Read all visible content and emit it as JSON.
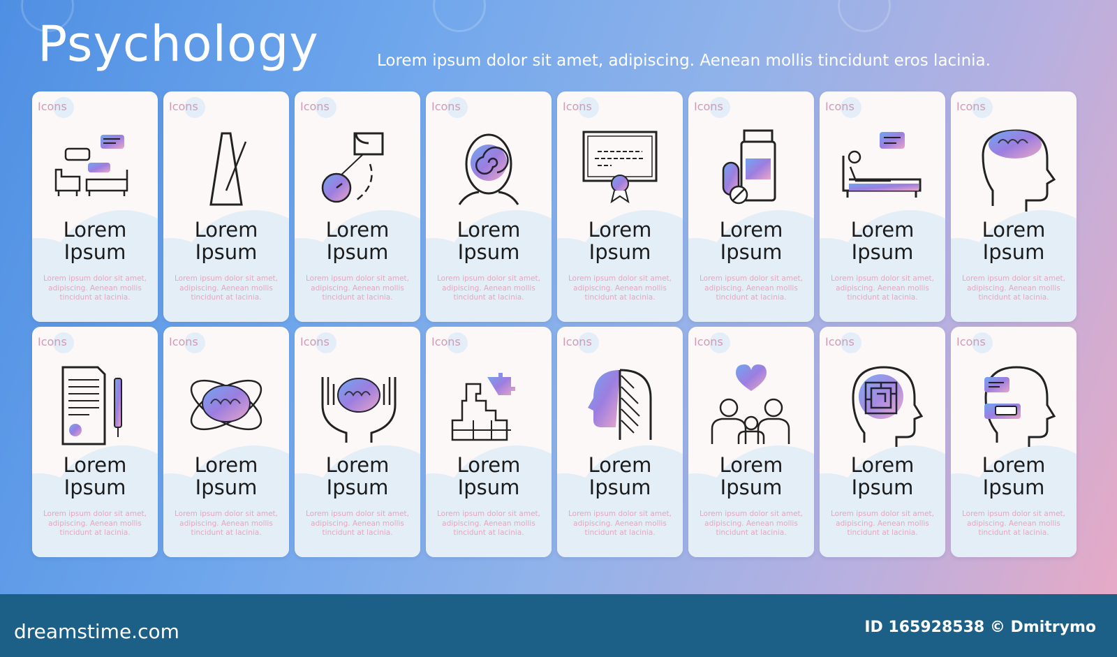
{
  "header": {
    "title": "Psychology",
    "subtitle": "Lorem ipsum dolor sit amet, adipiscing. Aenean mollis tincidunt eros lacinia."
  },
  "cards": [
    {
      "tag": "Icons",
      "name_line1": "Lorem",
      "name_line2": "Ipsum",
      "desc": "Lorem ipsum dolor sit amet, adipiscing. Aenean mollis tincidunt at lacinia.",
      "icon": "therapy-session-icon"
    },
    {
      "tag": "Icons",
      "name_line1": "Lorem",
      "name_line2": "Ipsum",
      "desc": "Lorem ipsum dolor sit amet, adipiscing. Aenean mollis tincidunt at lacinia.",
      "icon": "metronome-icon"
    },
    {
      "tag": "Icons",
      "name_line1": "Lorem",
      "name_line2": "Ipsum",
      "desc": "Lorem ipsum dolor sit amet, adipiscing. Aenean mollis tincidunt at lacinia.",
      "icon": "hypnosis-watch-icon"
    },
    {
      "tag": "Icons",
      "name_line1": "Lorem",
      "name_line2": "Ipsum",
      "desc": "Lorem ipsum dolor sit amet, adipiscing. Aenean mollis tincidunt at lacinia.",
      "icon": "spiral-head-icon"
    },
    {
      "tag": "Icons",
      "name_line1": "Lorem",
      "name_line2": "Ipsum",
      "desc": "Lorem ipsum dolor sit amet, adipiscing. Aenean mollis tincidunt at lacinia.",
      "icon": "certificate-icon"
    },
    {
      "tag": "Icons",
      "name_line1": "Lorem",
      "name_line2": "Ipsum",
      "desc": "Lorem ipsum dolor sit amet, adipiscing. Aenean mollis tincidunt at lacinia.",
      "icon": "pills-icon"
    },
    {
      "tag": "Icons",
      "name_line1": "Lorem",
      "name_line2": "Ipsum",
      "desc": "Lorem ipsum dolor sit amet, adipiscing. Aenean mollis tincidunt at lacinia.",
      "icon": "patient-couch-icon"
    },
    {
      "tag": "Icons",
      "name_line1": "Lorem",
      "name_line2": "Ipsum",
      "desc": "Lorem ipsum dolor sit amet, adipiscing. Aenean mollis tincidunt at lacinia.",
      "icon": "brain-head-icon"
    },
    {
      "tag": "Icons",
      "name_line1": "Lorem",
      "name_line2": "Ipsum",
      "desc": "Lorem ipsum dolor sit amet, adipiscing. Aenean mollis tincidunt at lacinia.",
      "icon": "document-pen-icon"
    },
    {
      "tag": "Icons",
      "name_line1": "Lorem",
      "name_line2": "Ipsum",
      "desc": "Lorem ipsum dolor sit amet, adipiscing. Aenean mollis tincidunt at lacinia.",
      "icon": "brain-atom-icon"
    },
    {
      "tag": "Icons",
      "name_line1": "Lorem",
      "name_line2": "Ipsum",
      "desc": "Lorem ipsum dolor sit amet, adipiscing. Aenean mollis tincidunt at lacinia.",
      "icon": "brain-hands-icon"
    },
    {
      "tag": "Icons",
      "name_line1": "Lorem",
      "name_line2": "Ipsum",
      "desc": "Lorem ipsum dolor sit amet, adipiscing. Aenean mollis tincidunt at lacinia.",
      "icon": "puzzle-icon"
    },
    {
      "tag": "Icons",
      "name_line1": "Lorem",
      "name_line2": "Ipsum",
      "desc": "Lorem ipsum dolor sit amet, adipiscing. Aenean mollis tincidunt at lacinia.",
      "icon": "split-face-icon"
    },
    {
      "tag": "Icons",
      "name_line1": "Lorem",
      "name_line2": "Ipsum",
      "desc": "Lorem ipsum dolor sit amet, adipiscing. Aenean mollis tincidunt at lacinia.",
      "icon": "family-heart-icon"
    },
    {
      "tag": "Icons",
      "name_line1": "Lorem",
      "name_line2": "Ipsum",
      "desc": "Lorem ipsum dolor sit amet, adipiscing. Aenean mollis tincidunt at lacinia.",
      "icon": "maze-head-icon"
    },
    {
      "tag": "Icons",
      "name_line1": "Lorem",
      "name_line2": "Ipsum",
      "desc": "Lorem ipsum dolor sit amet, adipiscing. Aenean mollis tincidunt at lacinia.",
      "icon": "talking-head-icon"
    }
  ],
  "footer": {
    "brand": "dreamstime.com",
    "credit": "ID 165928538 © Dmitrymo"
  },
  "colors": {
    "card_bg": "#fcf8f8",
    "tag": "#d19ab5",
    "desc": "#e4a7be",
    "footer_bg": "#1c5f87",
    "icon_gradient_start": "#6fa6f0",
    "icon_gradient_end": "#e9a6c8"
  }
}
